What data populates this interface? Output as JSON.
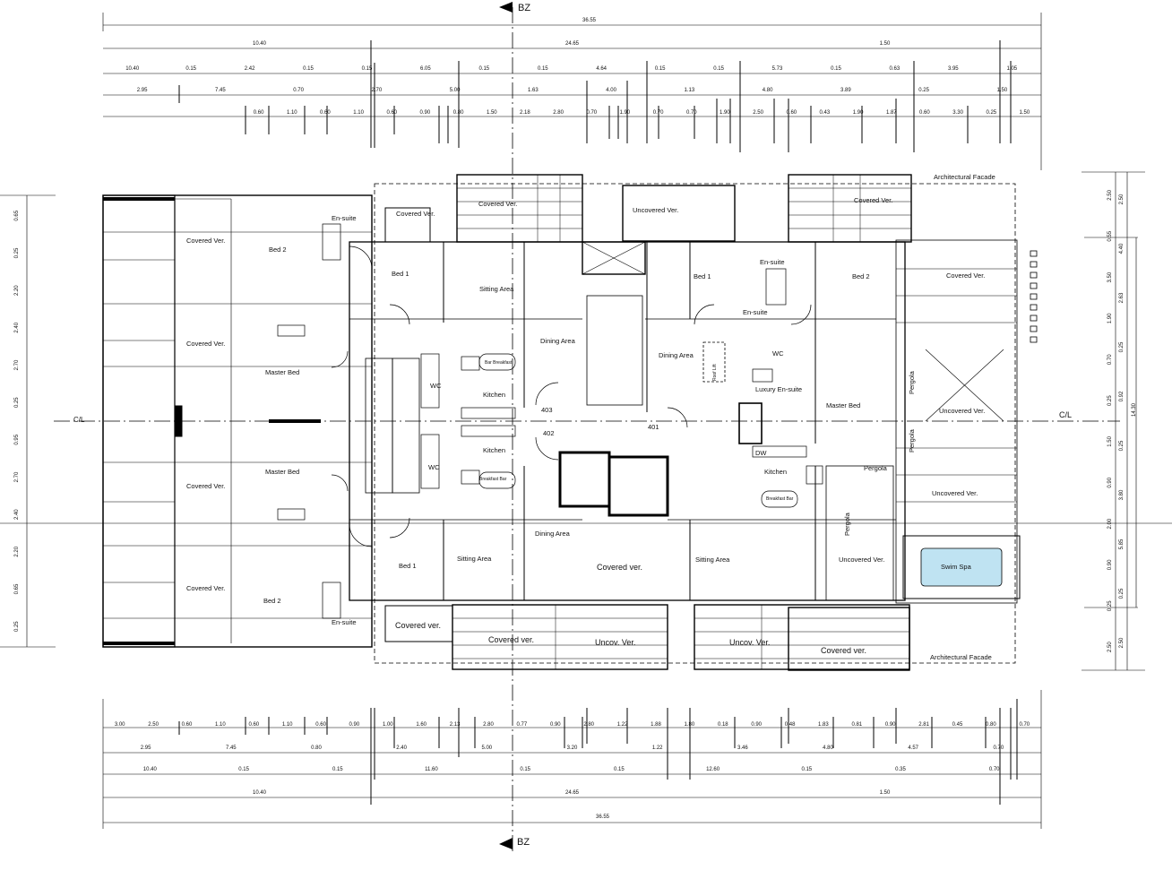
{
  "axis": {
    "top": "BZ",
    "bottom": "BZ",
    "left": "C/L",
    "right": "C/L"
  },
  "dims": {
    "top_total": "36.55",
    "top_row1": [
      "10.40",
      "24.65",
      "1.50"
    ],
    "top_row2": [
      "10.40",
      "0.15",
      "2.42",
      "0.15",
      "0.15",
      "6.05",
      "0.15",
      "0.15",
      "4.64",
      "0.15",
      "0.15",
      "5.73",
      "0.15",
      "0.63",
      "3.95",
      "1.05"
    ],
    "top_row3": [
      "2.95",
      "7.45",
      "0.70",
      "2.70",
      "5.00",
      "1.63",
      "4.00",
      "1.13",
      "4.80",
      "3.89",
      "0.25",
      "1.50"
    ],
    "top_row4": [
      "0.60",
      "1.10",
      "0.60",
      "1.10",
      "0.60",
      "0.90",
      "0.80",
      "1.50",
      "2.18",
      "2.80",
      "0.70",
      "1.90",
      "0.70",
      "0.70",
      "1.90",
      "2.50",
      "0.60",
      "0.43",
      "1.90",
      "1.87",
      "0.60",
      "3.30",
      "0.25",
      "1.50"
    ],
    "bottom_row1": [
      "3.00",
      "2.50",
      "0.60",
      "1.10",
      "0.60",
      "1.10",
      "0.60",
      "0.90",
      "1.00",
      "1.60",
      "2.13",
      "2.80",
      "0.77",
      "0.90",
      "2.80",
      "1.22",
      "1.88",
      "1.80",
      "0.18",
      "0.90",
      "0.48",
      "1.83",
      "0.81",
      "0.90",
      "2.81",
      "0.45",
      "0.80",
      "0.70"
    ],
    "bottom_row2": [
      "2.95",
      "7.45",
      "0.80",
      "2.40",
      "5.00",
      "3.20",
      "1.22",
      "3.46",
      "4.80",
      "4.57",
      "0.70"
    ],
    "bottom_row3": [
      "10.40",
      "0.15",
      "0.15",
      "11.60",
      "0.15",
      "0.15",
      "12.60",
      "0.15",
      "0.35",
      "0.70"
    ],
    "bottom_row4": [
      "10.40",
      "24.65",
      "1.50"
    ],
    "bottom_total": "36.55",
    "left_col1": [
      "0.65",
      "0.25",
      "2.20",
      "2.40",
      "2.70",
      "0.25",
      "0.95",
      "2.70",
      "2.40",
      "2.20",
      "0.65",
      "0.25"
    ],
    "right_col_outer": [
      "2.50",
      "0.55",
      "3.50",
      "1.90",
      "0.70",
      "0.25",
      "1.50",
      "0.90",
      "2.00",
      "0.90",
      "0.25",
      "2.50"
    ],
    "right_col_inner": [
      "2.50",
      "4.40",
      "2.63",
      "0.25",
      "0.92",
      "0.25",
      "3.80",
      "5.85",
      "0.25",
      "2.50"
    ],
    "right_total": "14.30"
  },
  "facade_labels": [
    "Architectural Facade",
    "Architectural Facade"
  ],
  "rooms_left": [
    {
      "name": "Covered Ver.",
      "area": ""
    },
    {
      "name": "Bed 2",
      "area": ""
    },
    {
      "name": "En-suite",
      "area": ""
    },
    {
      "name": "Covered Ver.",
      "area": ""
    },
    {
      "name": "Master Bed",
      "area": ""
    },
    {
      "name": "Master Bed",
      "area": ""
    },
    {
      "name": "Covered Ver.",
      "area": ""
    },
    {
      "name": "Covered Ver.",
      "area": ""
    },
    {
      "name": "Bed 2",
      "area": ""
    },
    {
      "name": "En-suite",
      "area": ""
    }
  ],
  "rooms_center": {
    "covered_ver_a": "Covered Ver.",
    "covered_ver_b": "Covered Ver.",
    "uncovered_ver_top": "Uncovered Ver.",
    "covered_ver_top_right": "Covered Ver.",
    "bed1_a": "Bed 1",
    "sitting_a": "Sitting Area",
    "dining_a": "Dining Area",
    "dining_b": "Dining Area",
    "bed1_b": "Bed 1",
    "bed2_right": "Bed 2",
    "ensuite_right": "En-suite",
    "ensuite_right2": "En-suite",
    "covered_ver_right": "Covered Ver.",
    "kitchen_a": "Kitchen",
    "kitchen_b": "Kitchen",
    "kitchen_c": "Kitchen",
    "breakfast_bar": "Bar Breakfast",
    "breakfast_bar_b": "Breakfast Bar",
    "breakfast_bar_c": "Breakfast Bar",
    "wc_a": "WC",
    "wc_b": "WC",
    "wc_c": "WC",
    "dw": "DW",
    "roof_lift": "Roof Lift",
    "luxury_ensuite": "Luxury En-suite",
    "master_bed_right": "Master Bed",
    "uncovered_ver_right": "Uncovered Ver.",
    "pergola_1": "Pergola",
    "pergola_2": "Pergola",
    "pergola_3": "Pergola",
    "pergola_4": "Pergola",
    "uncovered_ver_right2": "Uncovered Ver.",
    "uncovered_ver_right3": "Uncovered Ver.",
    "swim_spa": "Swim Spa",
    "dining_c": "Dining Area",
    "sitting_b": "Sitting Area",
    "sitting_c": "Sitting Area",
    "covered_ver_bottom": "Covered ver.",
    "covered_ver_bottom2": "Covered ver.",
    "covered_ver_bottom3": "Covered ver.",
    "covered_ver_bottom4": "Covered ver.",
    "uncov_ver_1": "Uncov. Ver.",
    "uncov_ver_2": "Uncov. Ver.",
    "bed1_c": "Bed 1",
    "unit_401": "401",
    "unit_402": "402",
    "unit_403": "403"
  }
}
